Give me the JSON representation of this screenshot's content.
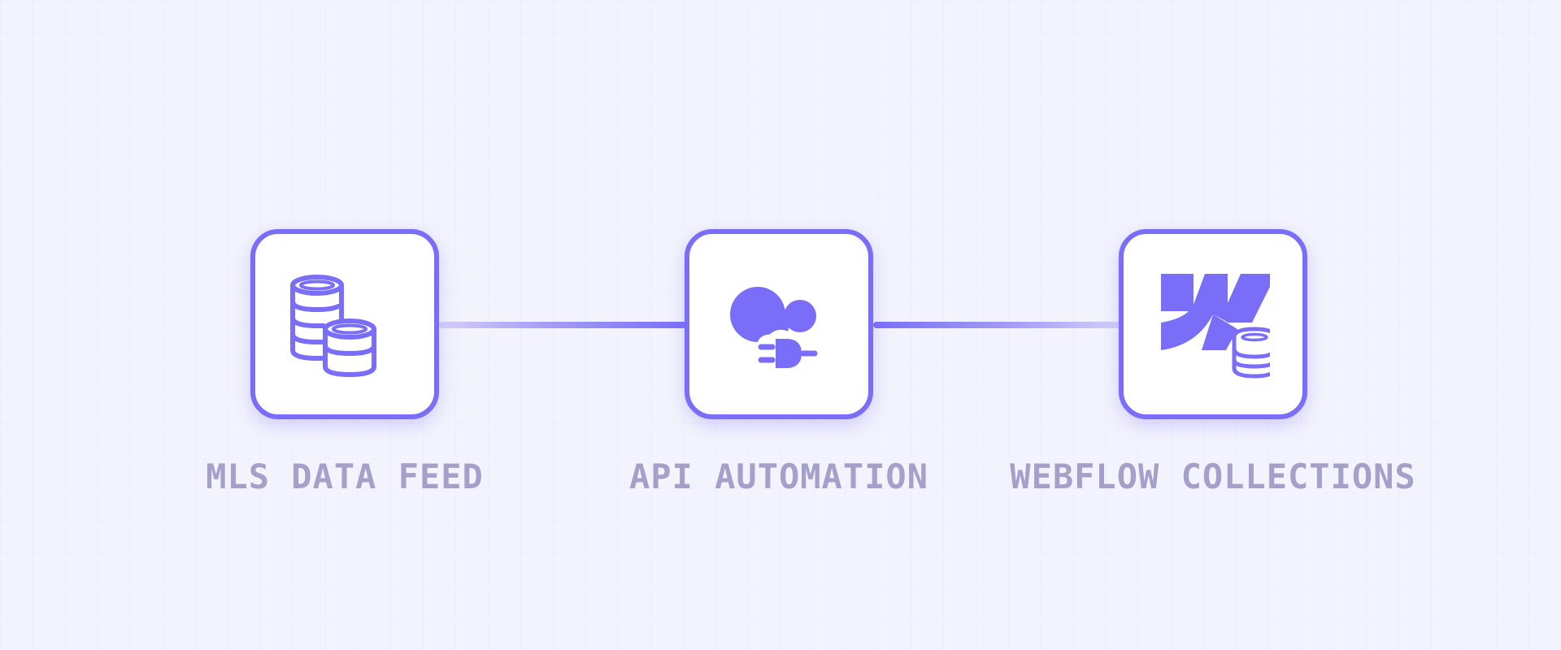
{
  "diagram": {
    "accent_color": "#7a6ef8",
    "label_color": "#a4a0c9",
    "background_color": "#f3f3fd",
    "nodes": [
      {
        "label": "MLS DATA FEED",
        "icon": "database-stack-icon"
      },
      {
        "label": "API AUTOMATION",
        "icon": "cloud-plug-icon"
      },
      {
        "label": "WEBFLOW COLLECTIONS",
        "icon": "webflow-database-icon"
      }
    ]
  }
}
